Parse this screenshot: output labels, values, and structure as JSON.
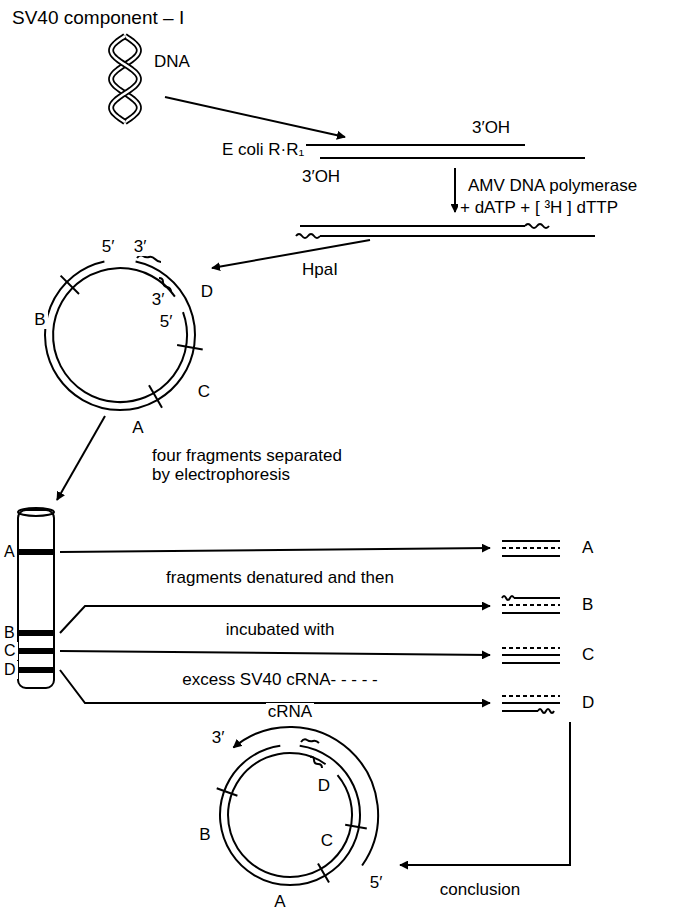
{
  "diagram": {
    "labels": [
      "SV40 component – I",
      "DNA",
      "E coli R·R₁",
      "3′OH",
      "3′OH",
      "AMV DNA polymerase",
      "+ dATP + [ ³H ] dTTP",
      "HpaI",
      "5′",
      "3′",
      "B",
      "D",
      "3′",
      "5′",
      "C",
      "A",
      "four fragments separated by electrophoresis",
      "A",
      "B",
      "C",
      "D",
      "fragments denatured and then",
      "incubated with",
      "excess SV40 cRNA- - - - -",
      "A",
      "B",
      "C",
      "D",
      "cRNA",
      "3′",
      "5′",
      "B",
      "D",
      "C",
      "A",
      "conclusion"
    ]
  }
}
